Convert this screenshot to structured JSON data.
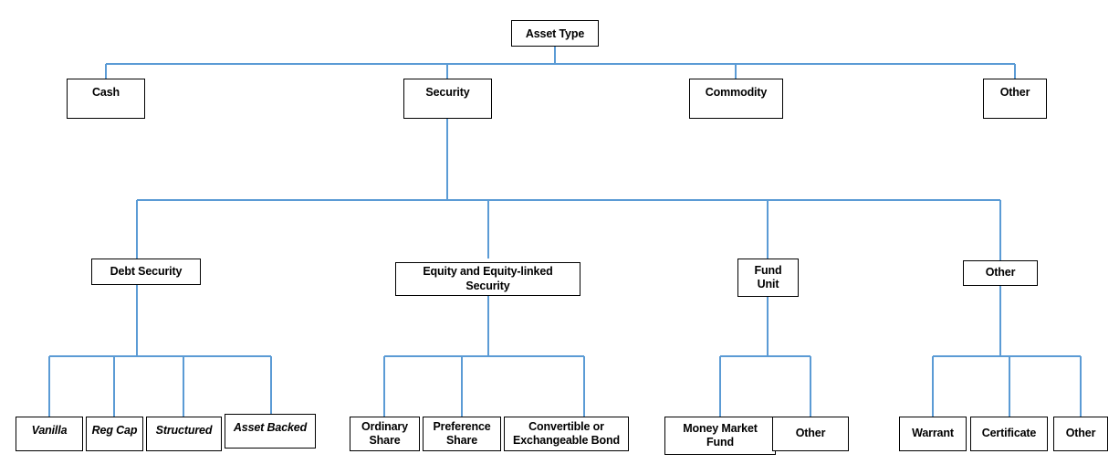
{
  "diagram": {
    "title": "Asset Type Classification Hierarchy",
    "line_color": "#5b9bd5",
    "box_border_color": "#000000",
    "background": "#ffffff",
    "levels": 4
  },
  "nodes": {
    "root": {
      "label": "Asset Type"
    },
    "level2": [
      {
        "label": "Cash"
      },
      {
        "label": "Security"
      },
      {
        "label": "Commodity"
      },
      {
        "label": "Other"
      }
    ],
    "level3": [
      {
        "label": "Debt Security"
      },
      {
        "label": "Equity and Equity-linked Security"
      },
      {
        "label": "Fund\nUnit"
      },
      {
        "label": "Other"
      }
    ],
    "debt_children": [
      {
        "label": "Vanilla"
      },
      {
        "label": "Reg Cap"
      },
      {
        "label": "Structured"
      },
      {
        "label": "Asset Backed"
      }
    ],
    "equity_children": [
      {
        "label": "Ordinary\nShare"
      },
      {
        "label": "Preference\nShare"
      },
      {
        "label": "Convertible or\nExchangeable Bond"
      }
    ],
    "fund_children": [
      {
        "label": "Money Market\nFund"
      },
      {
        "label": "Other"
      }
    ],
    "other_children": [
      {
        "label": "Warrant"
      },
      {
        "label": "Certificate"
      },
      {
        "label": "Other"
      }
    ]
  }
}
